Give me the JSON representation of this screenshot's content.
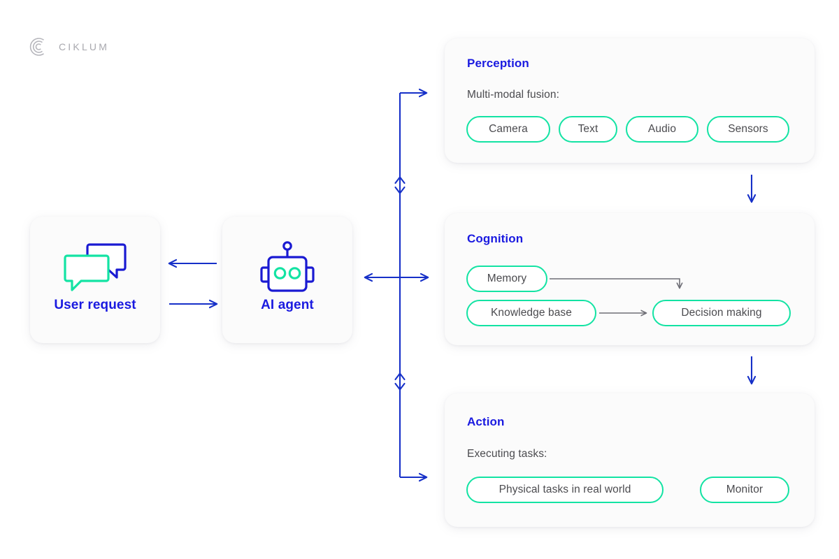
{
  "brand": {
    "name": "CIKLUM",
    "logo_icon": "ciklum-arc-logo-icon",
    "logo_color": "#a8a8ae"
  },
  "colors": {
    "accent_blue": "#1a1ae0",
    "arrow_blue": "#1630c8",
    "icon_blue": "#1a1ad2",
    "accent_green": "#13e3a3",
    "pill_text": "#4b4b4f",
    "card_bg": "#fbfbfb",
    "gray_arrow": "#6e6e76",
    "page_bg": "#ffffff"
  },
  "left_column": {
    "user_card": {
      "label": "User request",
      "icon": "chat-bubbles-icon"
    },
    "agent_card": {
      "label": "AI agent",
      "icon": "robot-head-icon"
    },
    "arrows": [
      {
        "name": "agent-to-user-arrow",
        "direction": "left"
      },
      {
        "name": "user-to-agent-arrow",
        "direction": "right"
      }
    ]
  },
  "spine": {
    "name": "agent-to-modules-connector",
    "arrows": [
      {
        "name": "spine-top-branch-arrow",
        "direction": "right",
        "target": "Perception"
      },
      {
        "name": "spine-upper-bidirectional-arrow",
        "direction": "up-down"
      },
      {
        "name": "spine-agent-bidirectional-arrow",
        "direction": "left-right",
        "target": "Cognition"
      },
      {
        "name": "spine-lower-bidirectional-arrow",
        "direction": "up-down"
      },
      {
        "name": "spine-bottom-branch-arrow",
        "direction": "right",
        "target": "Action"
      }
    ]
  },
  "modules": {
    "perception": {
      "title": "Perception",
      "subtitle": "Multi-modal fusion:",
      "pills": [
        {
          "label": "Camera"
        },
        {
          "label": "Text"
        },
        {
          "label": "Audio"
        },
        {
          "label": "Sensors"
        }
      ]
    },
    "cognition": {
      "title": "Cognition",
      "subtitle": "",
      "pills": [
        {
          "label": "Memory"
        },
        {
          "label": "Knowledge base"
        },
        {
          "label": "Decision making"
        }
      ],
      "internal_arrows": [
        {
          "name": "memory-to-decision-arrow",
          "from": "Memory",
          "to": "Decision making",
          "style": "elbow-down"
        },
        {
          "name": "knowledge-to-decision-arrow",
          "from": "Knowledge base",
          "to": "Decision making",
          "style": "straight-right"
        }
      ]
    },
    "action": {
      "title": "Action",
      "subtitle": "Executing tasks:",
      "pills": [
        {
          "label": "Physical tasks in real world"
        },
        {
          "label": "Monitor"
        }
      ]
    }
  },
  "module_flow_arrows": [
    {
      "name": "perception-to-cognition-arrow",
      "from": "Perception",
      "to": "Cognition",
      "direction": "down"
    },
    {
      "name": "cognition-to-action-arrow",
      "from": "Cognition",
      "to": "Action",
      "direction": "down"
    }
  ]
}
